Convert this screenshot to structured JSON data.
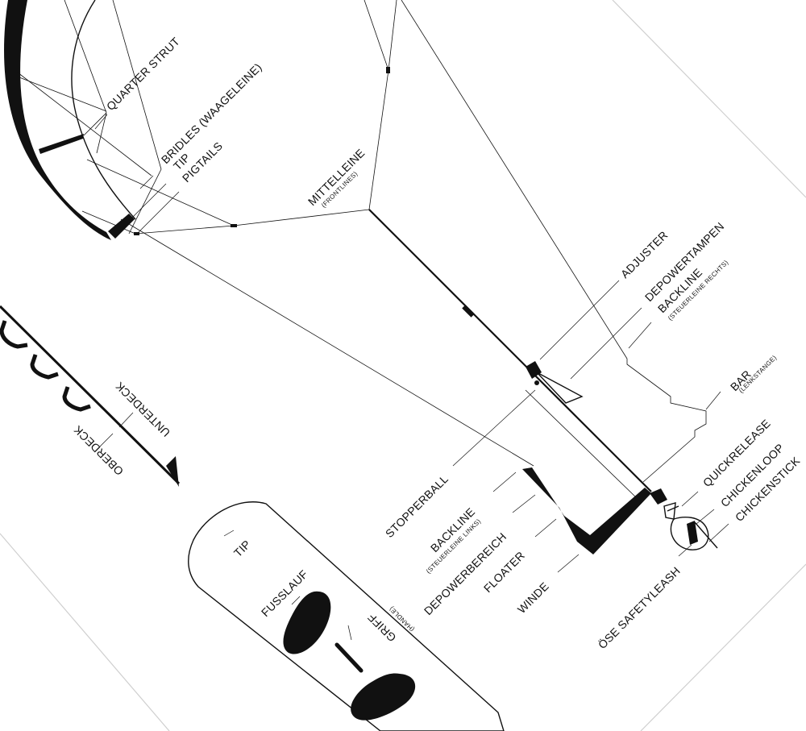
{
  "labels": {
    "quarter_strut": "QUARTER STRUT",
    "bridles": "BRIDLES (WAAGELEINE)",
    "tip_kite": "TIP",
    "pigtails": "PIGTAILS",
    "mittelleine": "MITTELLEINE",
    "frontlines": "(FRONTLINES)",
    "adjuster": "ADJUSTER",
    "depowertampen": "DEPOWERTAMPEN",
    "backline_right": "BACKLINE",
    "steuerleine_rechts": "(STEUERLEINE RECHTS)",
    "bar": "BAR",
    "lenkstange": "(LENKSTANGE)",
    "quickrelease": "QUICKRELEASE",
    "chickenloop": "CHICKENLOOP",
    "chickenstick": "CHICKENSTICK",
    "oese_safetyleash": "ÖSE SAFETYLEASH",
    "stopperball": "STOPPERBALL",
    "backline_left": "BACKLINE",
    "steuerleine_links": "(STEUERLEINE LINKS)",
    "depowerbereich": "DEPOWERBEREICH",
    "floater": "FLOATER",
    "winde": "WINDE",
    "unterdeck": "UNTERDECK",
    "oberdeck": "OBERDECK",
    "tip_board": "TIP",
    "fusslauf": "FUSSLAUF",
    "griff": "GRIFF",
    "handle": "(HANDLE)"
  },
  "colors": {
    "ink": "#111111",
    "background": "#ffffff",
    "paper_edge": "#cfcfcf"
  }
}
